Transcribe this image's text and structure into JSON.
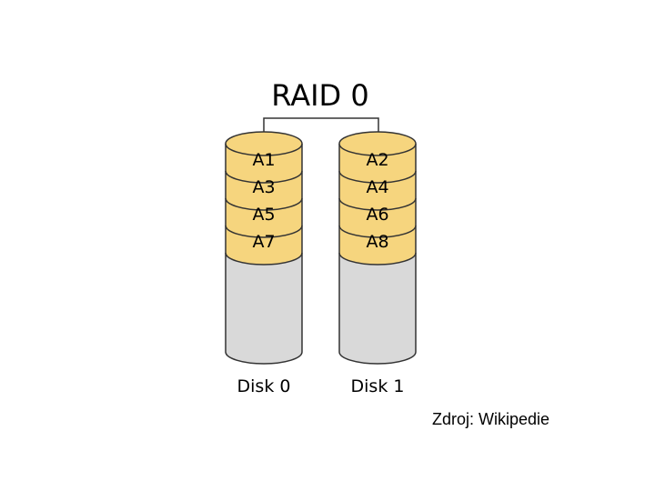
{
  "diagram": {
    "title": "RAID 0",
    "disks": [
      {
        "label": "Disk 0",
        "blocks": [
          "A1",
          "A3",
          "A5",
          "A7"
        ]
      },
      {
        "label": "Disk 1",
        "blocks": [
          "A2",
          "A4",
          "A6",
          "A8"
        ]
      }
    ],
    "colors": {
      "block_fill": "#f6d57e",
      "empty_fill": "#d9d9d9",
      "outline": "#333333"
    }
  },
  "credit": "Zdroj: Wikipedie"
}
